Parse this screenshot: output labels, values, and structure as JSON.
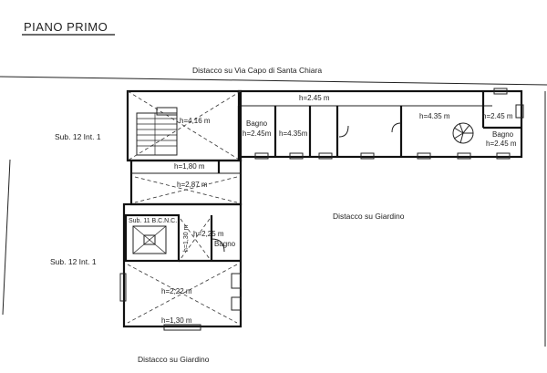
{
  "title": "PIANO PRIMO",
  "labels": {
    "distacco_north": "Distacco su Via Capo di Santa Chiara",
    "distacco_giardino_right": "Distacco su Giardino",
    "distacco_giardino_bottom": "Distacco su Giardino",
    "sub12_top": "Sub. 12 Int. 1",
    "sub12_bottom": "Sub. 12 Int. 1",
    "sub11": "Sub. 11 B.C.N.C."
  },
  "rooms": {
    "stair_hall": "h=4,16 m",
    "corridor_top": "h=2.45 m",
    "bagno_top_label": "Bagno",
    "bagno_top_h": "h=2.45m",
    "room_435_left": "h=4.35m",
    "room_435_right": "h=4.35 m",
    "bagno_right_h1": "h=2.45 m",
    "bagno_right_label": "Bagno",
    "bagno_right_h2": "h=2.45 m",
    "corridor_180": "h=1,80 m",
    "room_287": "h=2,87 m",
    "vertical_h": "h=1,30 m",
    "room_225": "h=2,25 m",
    "bagno_small": "Bagno",
    "big_room": "h=2,22 m",
    "bottom_h": "h=1,30 m"
  }
}
